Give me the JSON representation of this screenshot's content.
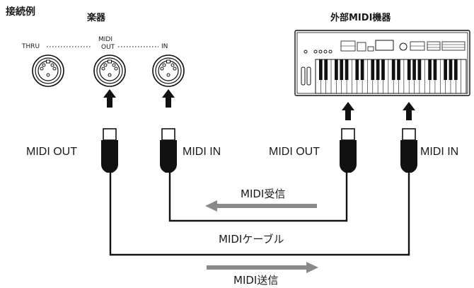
{
  "title": "接続例",
  "instrument": {
    "label": "楽器",
    "ports": {
      "midi_header": "MIDI",
      "thru": "THRU",
      "out": "OUT",
      "in": "IN"
    }
  },
  "external": {
    "label": "外部MIDI機器"
  },
  "labels": {
    "inst_out": "MIDI OUT",
    "inst_in": "MIDI IN",
    "ext_out": "MIDI OUT",
    "ext_in": "MIDI IN",
    "receive": "MIDI受信",
    "cable": "MIDIケーブル",
    "send": "MIDI送信"
  },
  "colors": {
    "line": "#111111",
    "arrow_gray": "#8a8a8a"
  }
}
